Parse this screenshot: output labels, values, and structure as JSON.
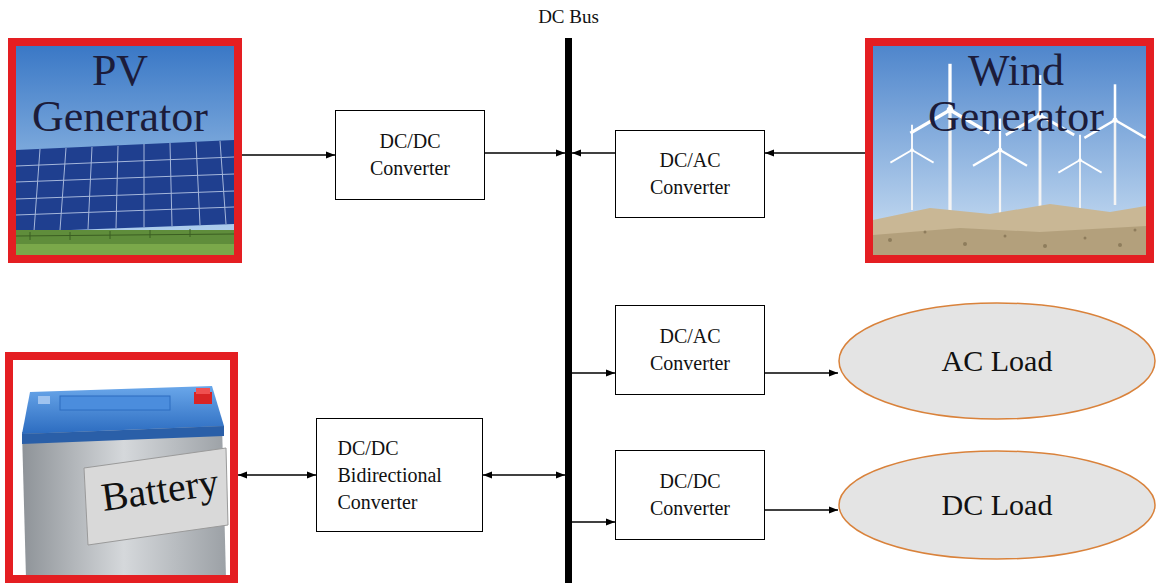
{
  "diagram": {
    "nodes": [
      {
        "text": [
          "DC Bus"
        ]
      },
      {
        "text": [
          "PV Generator"
        ]
      },
      {
        "text": [
          "DC/DC Converter"
        ]
      },
      {
        "text": [
          "DC/AC Converter"
        ]
      },
      {
        "text": [
          "Wind Generator"
        ]
      },
      {
        "text": [
          "Battery"
        ]
      },
      {
        "text": [
          "DC/DC Bidirectional Converter"
        ]
      },
      {
        "text": [
          "DC/AC Converter"
        ]
      },
      {
        "text": [
          "AC Load"
        ]
      },
      {
        "text": [
          "DC/DC Converter"
        ]
      },
      {
        "text": [
          "DC Load"
        ]
      }
    ],
    "edges": [
      {
        "from": 1,
        "to": 2,
        "arrow": "to"
      },
      {
        "from": 2,
        "to": 0,
        "arrow": "to"
      },
      {
        "from": 4,
        "to": 3,
        "arrow": "to"
      },
      {
        "from": 3,
        "to": 0,
        "arrow": "to"
      },
      {
        "from": 5,
        "to": 6,
        "arrow": "both"
      },
      {
        "from": 6,
        "to": 0,
        "arrow": "both"
      },
      {
        "from": 0,
        "to": 7,
        "arrow": "to"
      },
      {
        "from": 7,
        "to": 8,
        "arrow": "to"
      },
      {
        "from": 0,
        "to": 9,
        "arrow": "to"
      },
      {
        "from": 9,
        "to": 10,
        "arrow": "to"
      }
    ]
  }
}
